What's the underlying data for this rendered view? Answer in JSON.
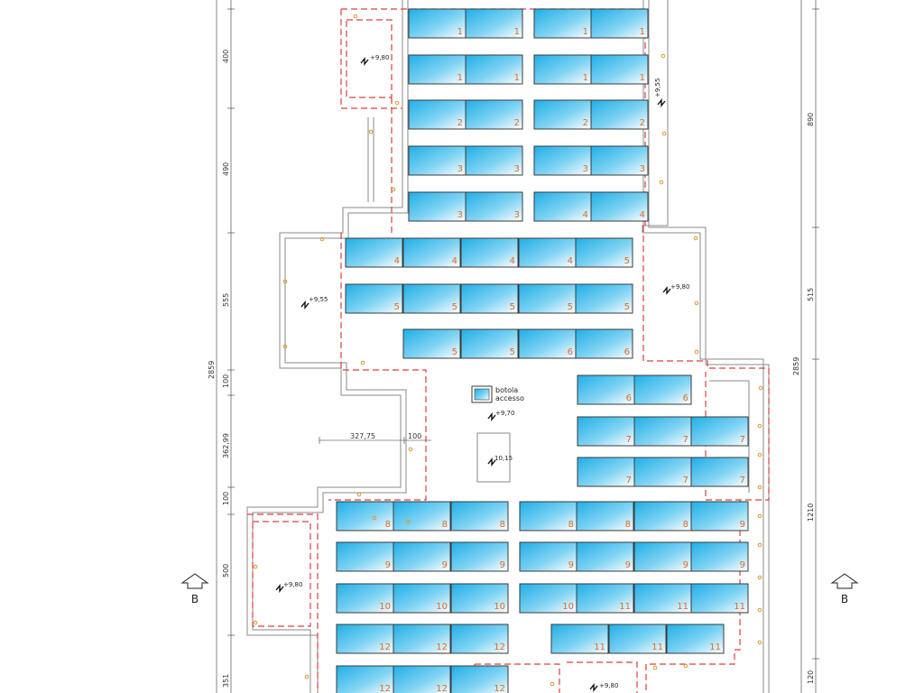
{
  "diagram": {
    "panel_groups": [
      {
        "id": "r1",
        "labels": [
          "1",
          "1",
          "1",
          "1"
        ]
      },
      {
        "id": "r2",
        "labels": [
          "1",
          "1",
          "1",
          "1"
        ]
      },
      {
        "id": "r3",
        "labels": [
          "2",
          "2",
          "2",
          "2"
        ]
      },
      {
        "id": "r4",
        "labels": [
          "3",
          "3",
          "3",
          "3"
        ]
      },
      {
        "id": "r5",
        "labels": [
          "3",
          "3",
          "4",
          "4"
        ]
      },
      {
        "id": "r6",
        "labels": [
          "4",
          "4",
          "4",
          "4",
          "5"
        ]
      },
      {
        "id": "r7",
        "labels": [
          "5",
          "5",
          "5",
          "5",
          "5"
        ]
      },
      {
        "id": "r8",
        "labels": [
          "5",
          "5",
          "6",
          "6"
        ]
      },
      {
        "id": "r9",
        "labels": [
          "6",
          "6"
        ]
      },
      {
        "id": "r10",
        "labels": [
          "7",
          "7",
          "7"
        ]
      },
      {
        "id": "r11",
        "labels": [
          "7",
          "7",
          "7"
        ]
      },
      {
        "id": "r12",
        "labels": [
          "8",
          "8",
          "8",
          "8",
          "8",
          "8",
          "9"
        ]
      },
      {
        "id": "r13",
        "labels": [
          "9",
          "9",
          "9",
          "9",
          "9",
          "9",
          "9"
        ]
      },
      {
        "id": "r14",
        "labels": [
          "10",
          "10",
          "10",
          "10",
          "11",
          "11",
          "11"
        ]
      },
      {
        "id": "r15",
        "labels": [
          "12",
          "12",
          "12",
          "11",
          "11",
          "11"
        ]
      },
      {
        "id": "r16",
        "labels": [
          "12",
          "12",
          "12"
        ]
      }
    ],
    "elevations": {
      "top_left": "+9,80",
      "right_top": "+9,55",
      "left_mid": "+9,55",
      "right_mid": "+9,80",
      "center": "+9,70",
      "center_box": "10,15",
      "bottom_left": "+9,80",
      "bottom_center": "+9,80"
    },
    "hatch_note": [
      "botola",
      "accesso"
    ],
    "horizontal_dims": [
      "327,75",
      "100"
    ],
    "left_dims": [
      "400",
      "490",
      "555",
      "2859",
      "100",
      "362,99",
      "100",
      "500",
      "351"
    ],
    "right_dims": [
      "890",
      "515",
      "2859",
      "1210",
      "120"
    ],
    "section_labels": [
      "B",
      "B"
    ],
    "colors": {
      "panel_top": "#27b6ea",
      "panel_bottom": "#ffffff",
      "panel_border": "#3a3a3a",
      "label": "#e06a2c",
      "dashed_red": "#d94040",
      "wall": "#8a8a8a",
      "dot": "#e0962c"
    }
  }
}
